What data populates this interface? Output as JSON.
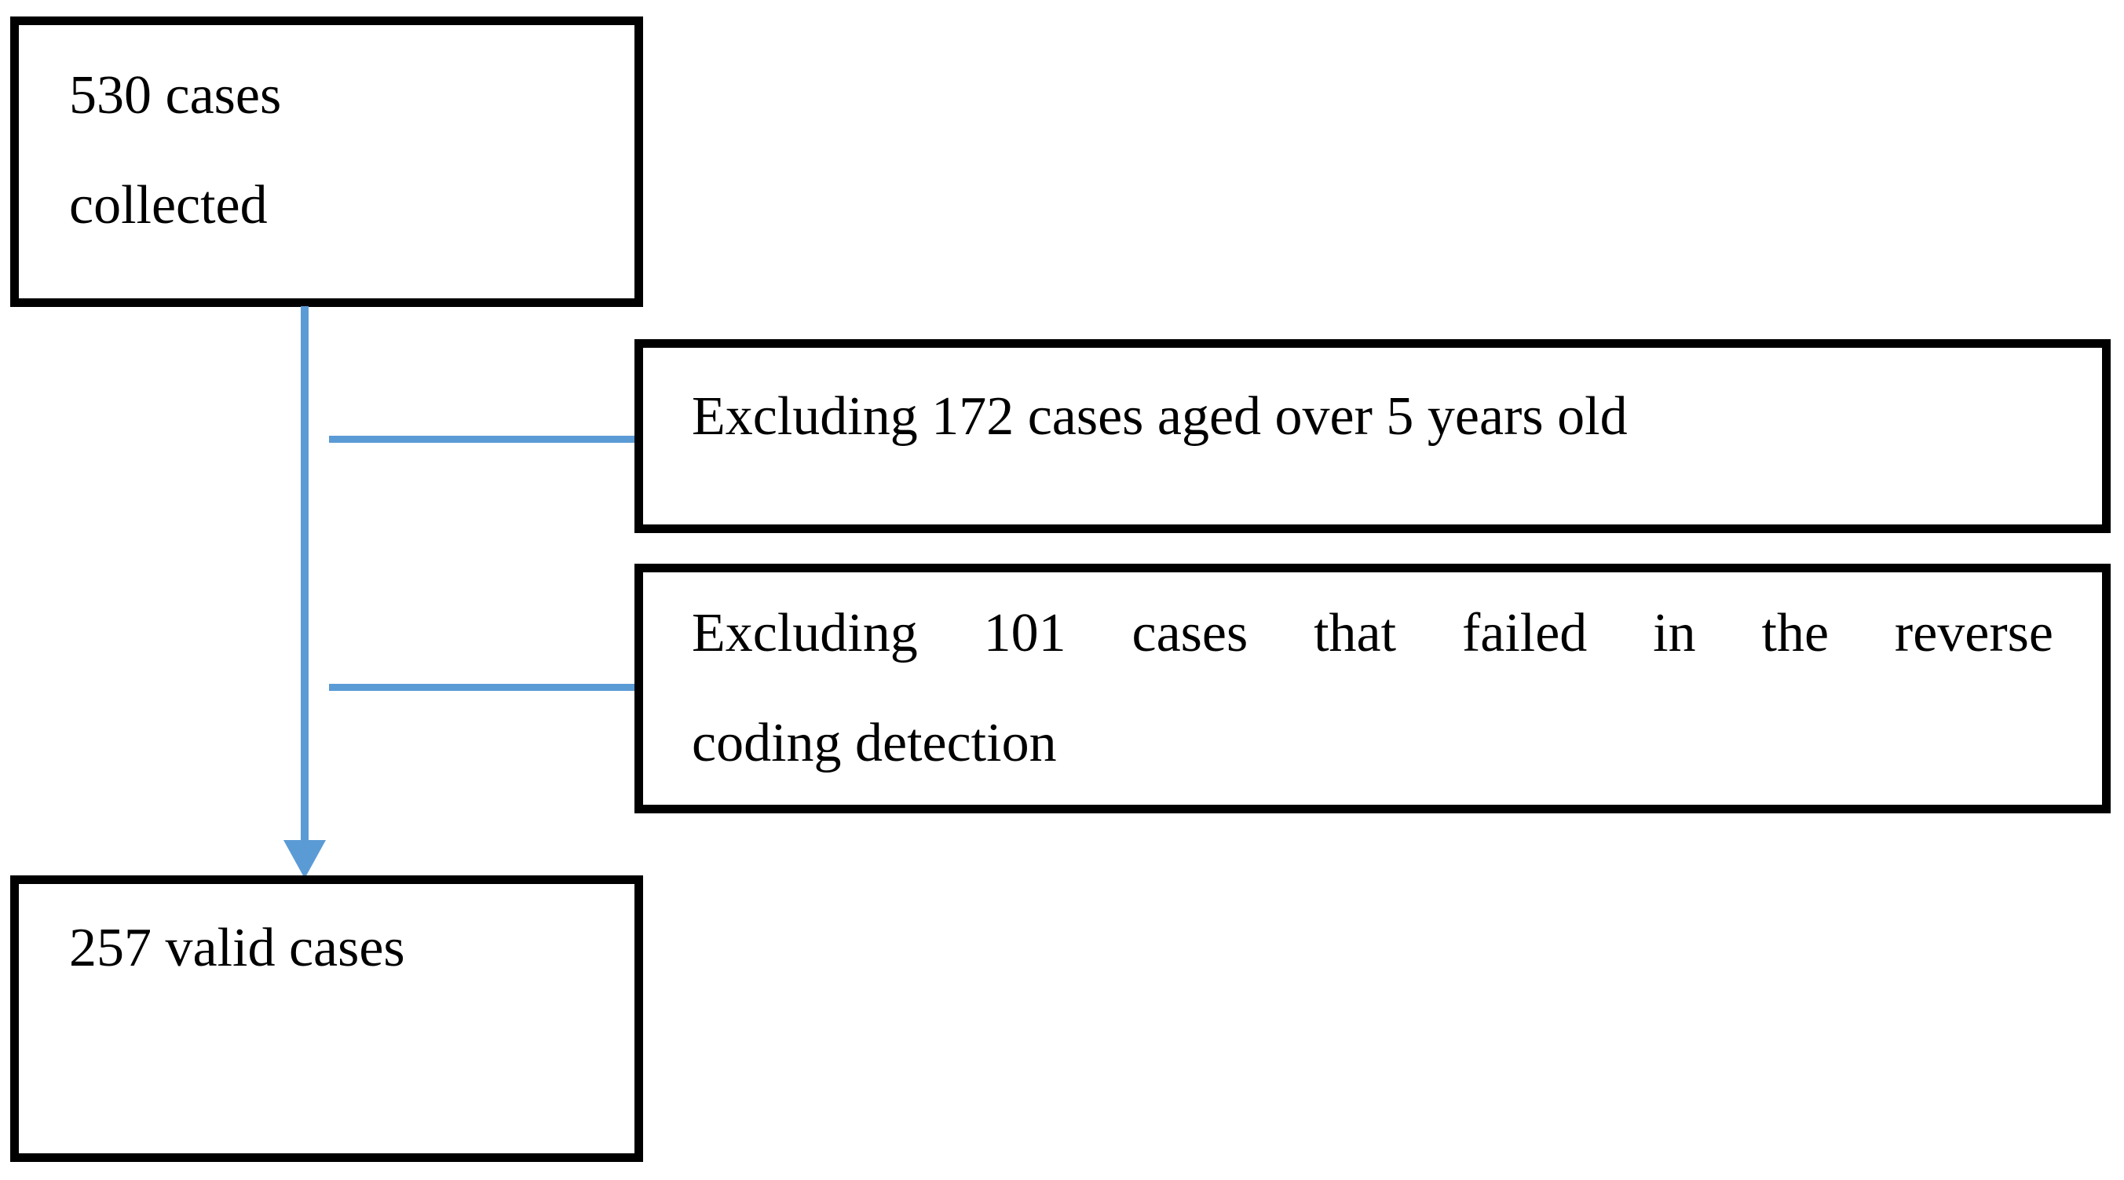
{
  "flowchart": {
    "start_box": {
      "lines": [
        "530 cases",
        "collected"
      ]
    },
    "exclusion_box_age": {
      "label": "Excluding 172 cases aged over 5 years old"
    },
    "exclusion_box_reverse_coding": {
      "lines": [
        "Excluding 101 cases that failed in the reverse",
        "coding detection"
      ]
    },
    "result_box": {
      "label": "257 valid cases"
    },
    "colors": {
      "connector_blue": "#5B9BD5",
      "box_border": "#000000",
      "text": "#000000",
      "background": "#FFFFFF"
    }
  }
}
